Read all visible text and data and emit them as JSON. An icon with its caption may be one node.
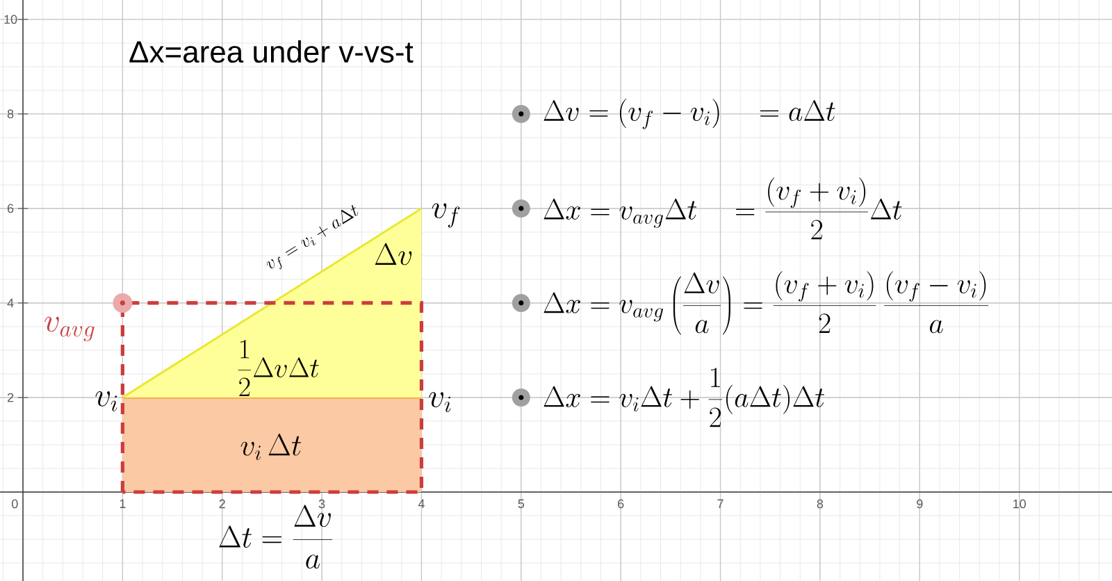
{
  "diagram": {
    "title": "Δx=area under v-vs-t",
    "labels": [
      "0",
      "\\Delta v=(v_f-v_i)\\quad=a\\Delta t",
      "\\Delta x=v_{avg}\\Delta t\\quad=\\frac{(v_f+v_i)}{2}\\Delta t",
      "v_f",
      "v_f=v_i+a\\Delta t",
      "\\Delta v",
      "\\Delta x=v_{avg}\\left(\\frac{\\Delta v}{a}\\right)=\\frac{(v_f+v_i)}{2}\\,\\frac{(v_f-v_i)}{a}",
      "v_{avg}",
      "\\frac{1}{2}\\Delta v\\Delta t",
      "\\Delta x=v_i\\Delta t+\\frac{1}{2}(a\\Delta t)\\Delta t",
      "v_i",
      "v_i",
      "v_i\\,\\Delta t",
      "\\Delta t=\\frac{\\Delta v}{a}"
    ],
    "chart_data": {
      "type": "area",
      "x": [
        1,
        4
      ],
      "series": [
        {
          "color": "#fbc9a3",
          "values": [
            2,
            2
          ]
        },
        {
          "color": "#ffff99",
          "values": [
            2,
            6
          ]
        }
      ],
      "grid": true,
      "xlim": [
        -0.23,
        10.93
      ],
      "ylim": [
        -1.88,
        10.41
      ],
      "xticks": [
        1,
        2,
        3,
        4,
        5,
        6,
        7,
        8,
        9,
        10
      ],
      "yticks": [
        2,
        4,
        6,
        8,
        10
      ]
    }
  }
}
